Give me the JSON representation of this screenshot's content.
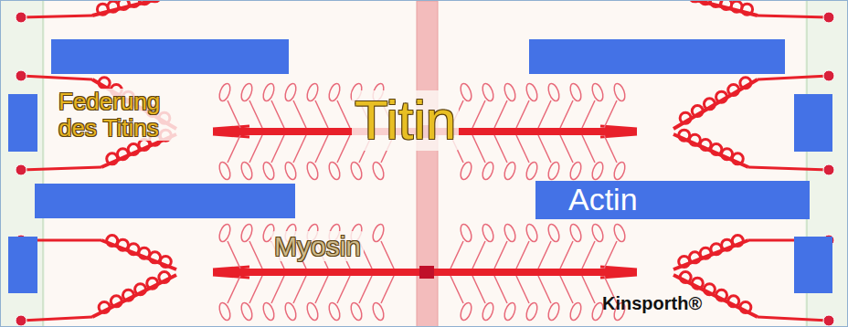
{
  "diagram": {
    "nodes": [
      {
        "text": [
          "Actin"
        ]
      }
    ],
    "labels": [
      "Federung des Titins",
      "Titin",
      "Myosin",
      "Kinsporth®"
    ]
  }
}
